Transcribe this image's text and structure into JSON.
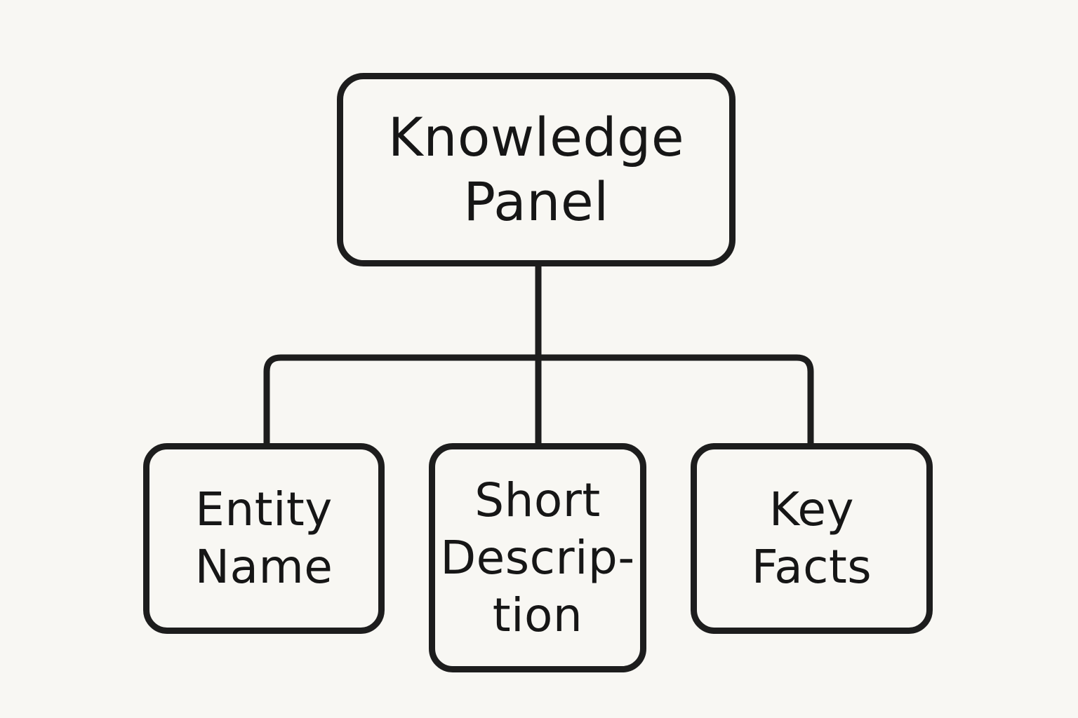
{
  "diagram": {
    "root": {
      "label": "Knowledge\nPanel"
    },
    "children": [
      {
        "label": "Entity\nName"
      },
      {
        "label": "Short\nDescrip-\ntion"
      },
      {
        "label": "Key\nFacts"
      }
    ]
  },
  "colors": {
    "background": "#f8f7f3",
    "stroke": "#1d1d1d",
    "text": "#161616"
  }
}
